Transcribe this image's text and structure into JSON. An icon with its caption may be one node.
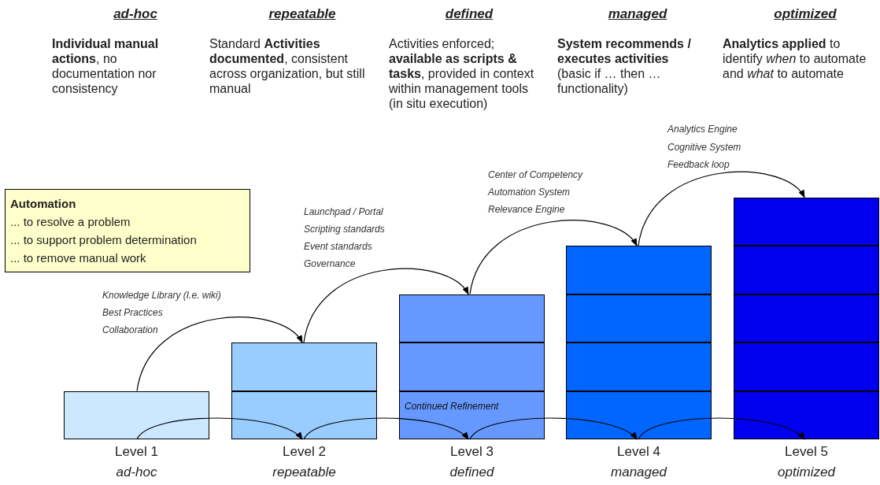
{
  "diagram": {
    "nodes": [
      {
        "text": [
          "Automation",
          "... to resolve a problem",
          "... to support problem determination",
          "... to remove manual work"
        ]
      },
      {
        "text": [],
        "shape": "box",
        "beside": [
          "Level 1",
          "ad-hoc"
        ]
      },
      {
        "text": [],
        "shape": "box"
      },
      {
        "text": [],
        "shape": "box",
        "beside": [
          "Level 2",
          "repeatable"
        ]
      },
      {
        "text": [],
        "shape": "box"
      },
      {
        "text": [],
        "shape": "box"
      },
      {
        "text": [],
        "shape": "box",
        "beside": [
          "Level 3",
          "defined"
        ]
      },
      {
        "text": [],
        "shape": "box"
      },
      {
        "text": [],
        "shape": "box"
      },
      {
        "text": [],
        "shape": "box"
      },
      {
        "text": [],
        "shape": "box",
        "beside": [
          "Level 4",
          "managed"
        ]
      },
      {
        "text": [],
        "shape": "box"
      },
      {
        "text": [],
        "shape": "box"
      },
      {
        "text": [],
        "shape": "box"
      },
      {
        "text": [],
        "shape": "box"
      },
      {
        "text": [],
        "shape": "box",
        "beside": [
          "Level 5",
          "optimized"
        ]
      }
    ],
    "edges": [
      {
        "from": 1,
        "to": 2,
        "arrow": "to"
      },
      {
        "from": 2,
        "to": 4,
        "arrow": "to"
      },
      {
        "from": 4,
        "to": 7,
        "arrow": "to"
      },
      {
        "from": 7,
        "to": 11,
        "arrow": "to"
      },
      {
        "from": 1,
        "to": 3,
        "arrow": "to"
      },
      {
        "from": 3,
        "to": 6,
        "arrow": "to"
      },
      {
        "from": 6,
        "to": 10,
        "arrow": "to"
      },
      {
        "from": 10,
        "to": 15,
        "arrow": "to"
      }
    ],
    "labels": [
      "ad-hoc",
      "repeatable",
      "defined",
      "managed",
      "optimized",
      "**Individual manual actions**, no documentation nor consistency",
      "Standard **Activities documented**, consistent across organization, but still manual",
      "Activities enforced; **available as scripts & tasks**, provided in context within management tools (in situ execution)",
      "**System recommends / executes activities** (basic if … then … functionality)",
      "**Analytics applied** to identify *when* to automate and *what* to automate",
      "Knowledge Library (I.e. wiki)",
      "Best Practices",
      "Collaboration",
      "Launchpad / Portal",
      "Scripting standards",
      "Event standards",
      "Governance",
      "Center of Competency",
      "Automation System",
      "Relevance Engine",
      "Analytics Engine",
      "Cognitive System",
      "Feedback loop",
      "Continued Refinement"
    ]
  }
}
